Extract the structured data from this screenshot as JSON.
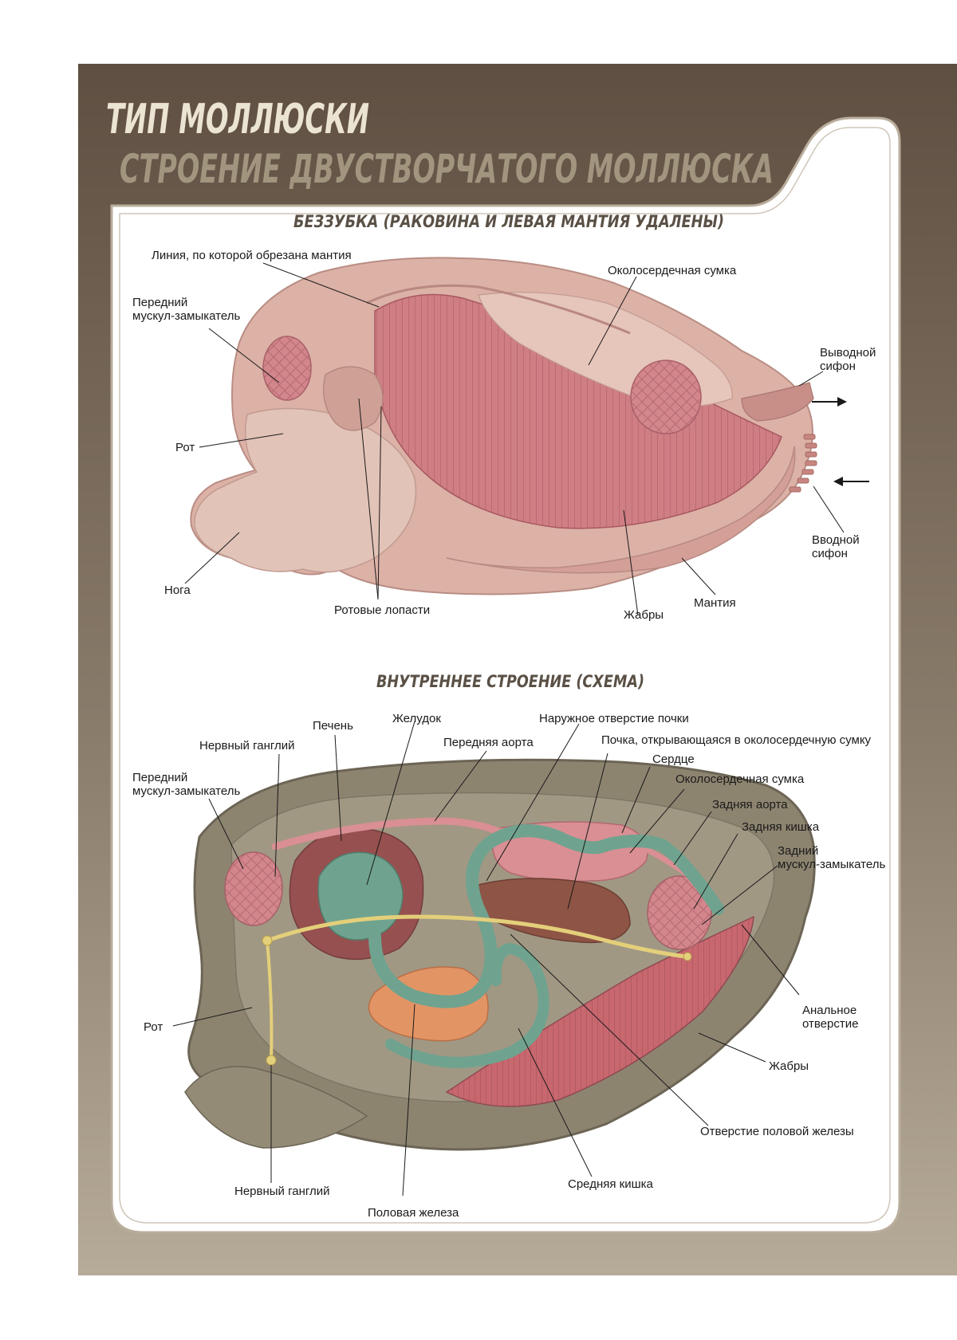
{
  "header": {
    "title": "ТИП МОЛЛЮСКИ",
    "subtitle": "СТРОЕНИЕ ДВУСТВОРЧАТОГО МОЛЛЮСКА"
  },
  "colors": {
    "frame": "#5f4f42",
    "frame_bottom": "#b2a594",
    "panel": "#ffffff",
    "heading": "#5a5045",
    "tissue_pink": "#d7a79c",
    "muscle_red": "#c26c73",
    "gut_green": "#6fa38f",
    "nerve_yellow": "#e4cf7a",
    "shell_olive": "#8d8470"
  },
  "top_section": {
    "heading": "БЕЗЗУБКА (РАКОВИНА И ЛЕВАЯ МАНТИЯ УДАЛЕНЫ)",
    "labels": {
      "mantle_cut_line": "Линия, по которой обрезана мантия",
      "pericardial_sac": "Околосердечная сумка",
      "anterior_adductor_1": "Передний",
      "anterior_adductor_2": "мускул-замыкатель",
      "exhalant_siphon_1": "Выводной",
      "exhalant_siphon_2": "сифон",
      "mouth": "Рот",
      "inhalant_siphon_1": "Вводной",
      "inhalant_siphon_2": "сифон",
      "foot": "Нога",
      "mantle": "Мантия",
      "oral_lobes": "Ротовые лопасти",
      "gills": "Жабры"
    }
  },
  "bottom_section": {
    "heading": "ВНУТРЕННЕЕ СТРОЕНИЕ (СХЕМА)",
    "labels": {
      "stomach": "Желудок",
      "kidney_outer_opening": "Наружное отверстие почки",
      "liver": "Печень",
      "nerve_ganglion_top": "Нервный ганглий",
      "anterior_aorta": "Передняя аорта",
      "kidney_opening_pericardium": "Почка, открывающаяся в околосердечную сумку",
      "heart": "Сердце",
      "anterior_adductor_1": "Передний",
      "anterior_adductor_2": "мускул-замыкатель",
      "pericardial_sac": "Околосердечная сумка",
      "posterior_aorta": "Задняя аорта",
      "hindgut": "Задняя кишка",
      "posterior_adductor_1": "Задний",
      "posterior_adductor_2": "мускул-замыкатель",
      "anus_1": "Анальное",
      "anus_2": "отверстие",
      "mouth": "Рот",
      "gills": "Жабры",
      "genital_opening": "Отверстие половой железы",
      "midgut": "Средняя кишка",
      "nerve_ganglion_bottom": "Нервный ганглий",
      "gonad": "Половая железа"
    }
  }
}
